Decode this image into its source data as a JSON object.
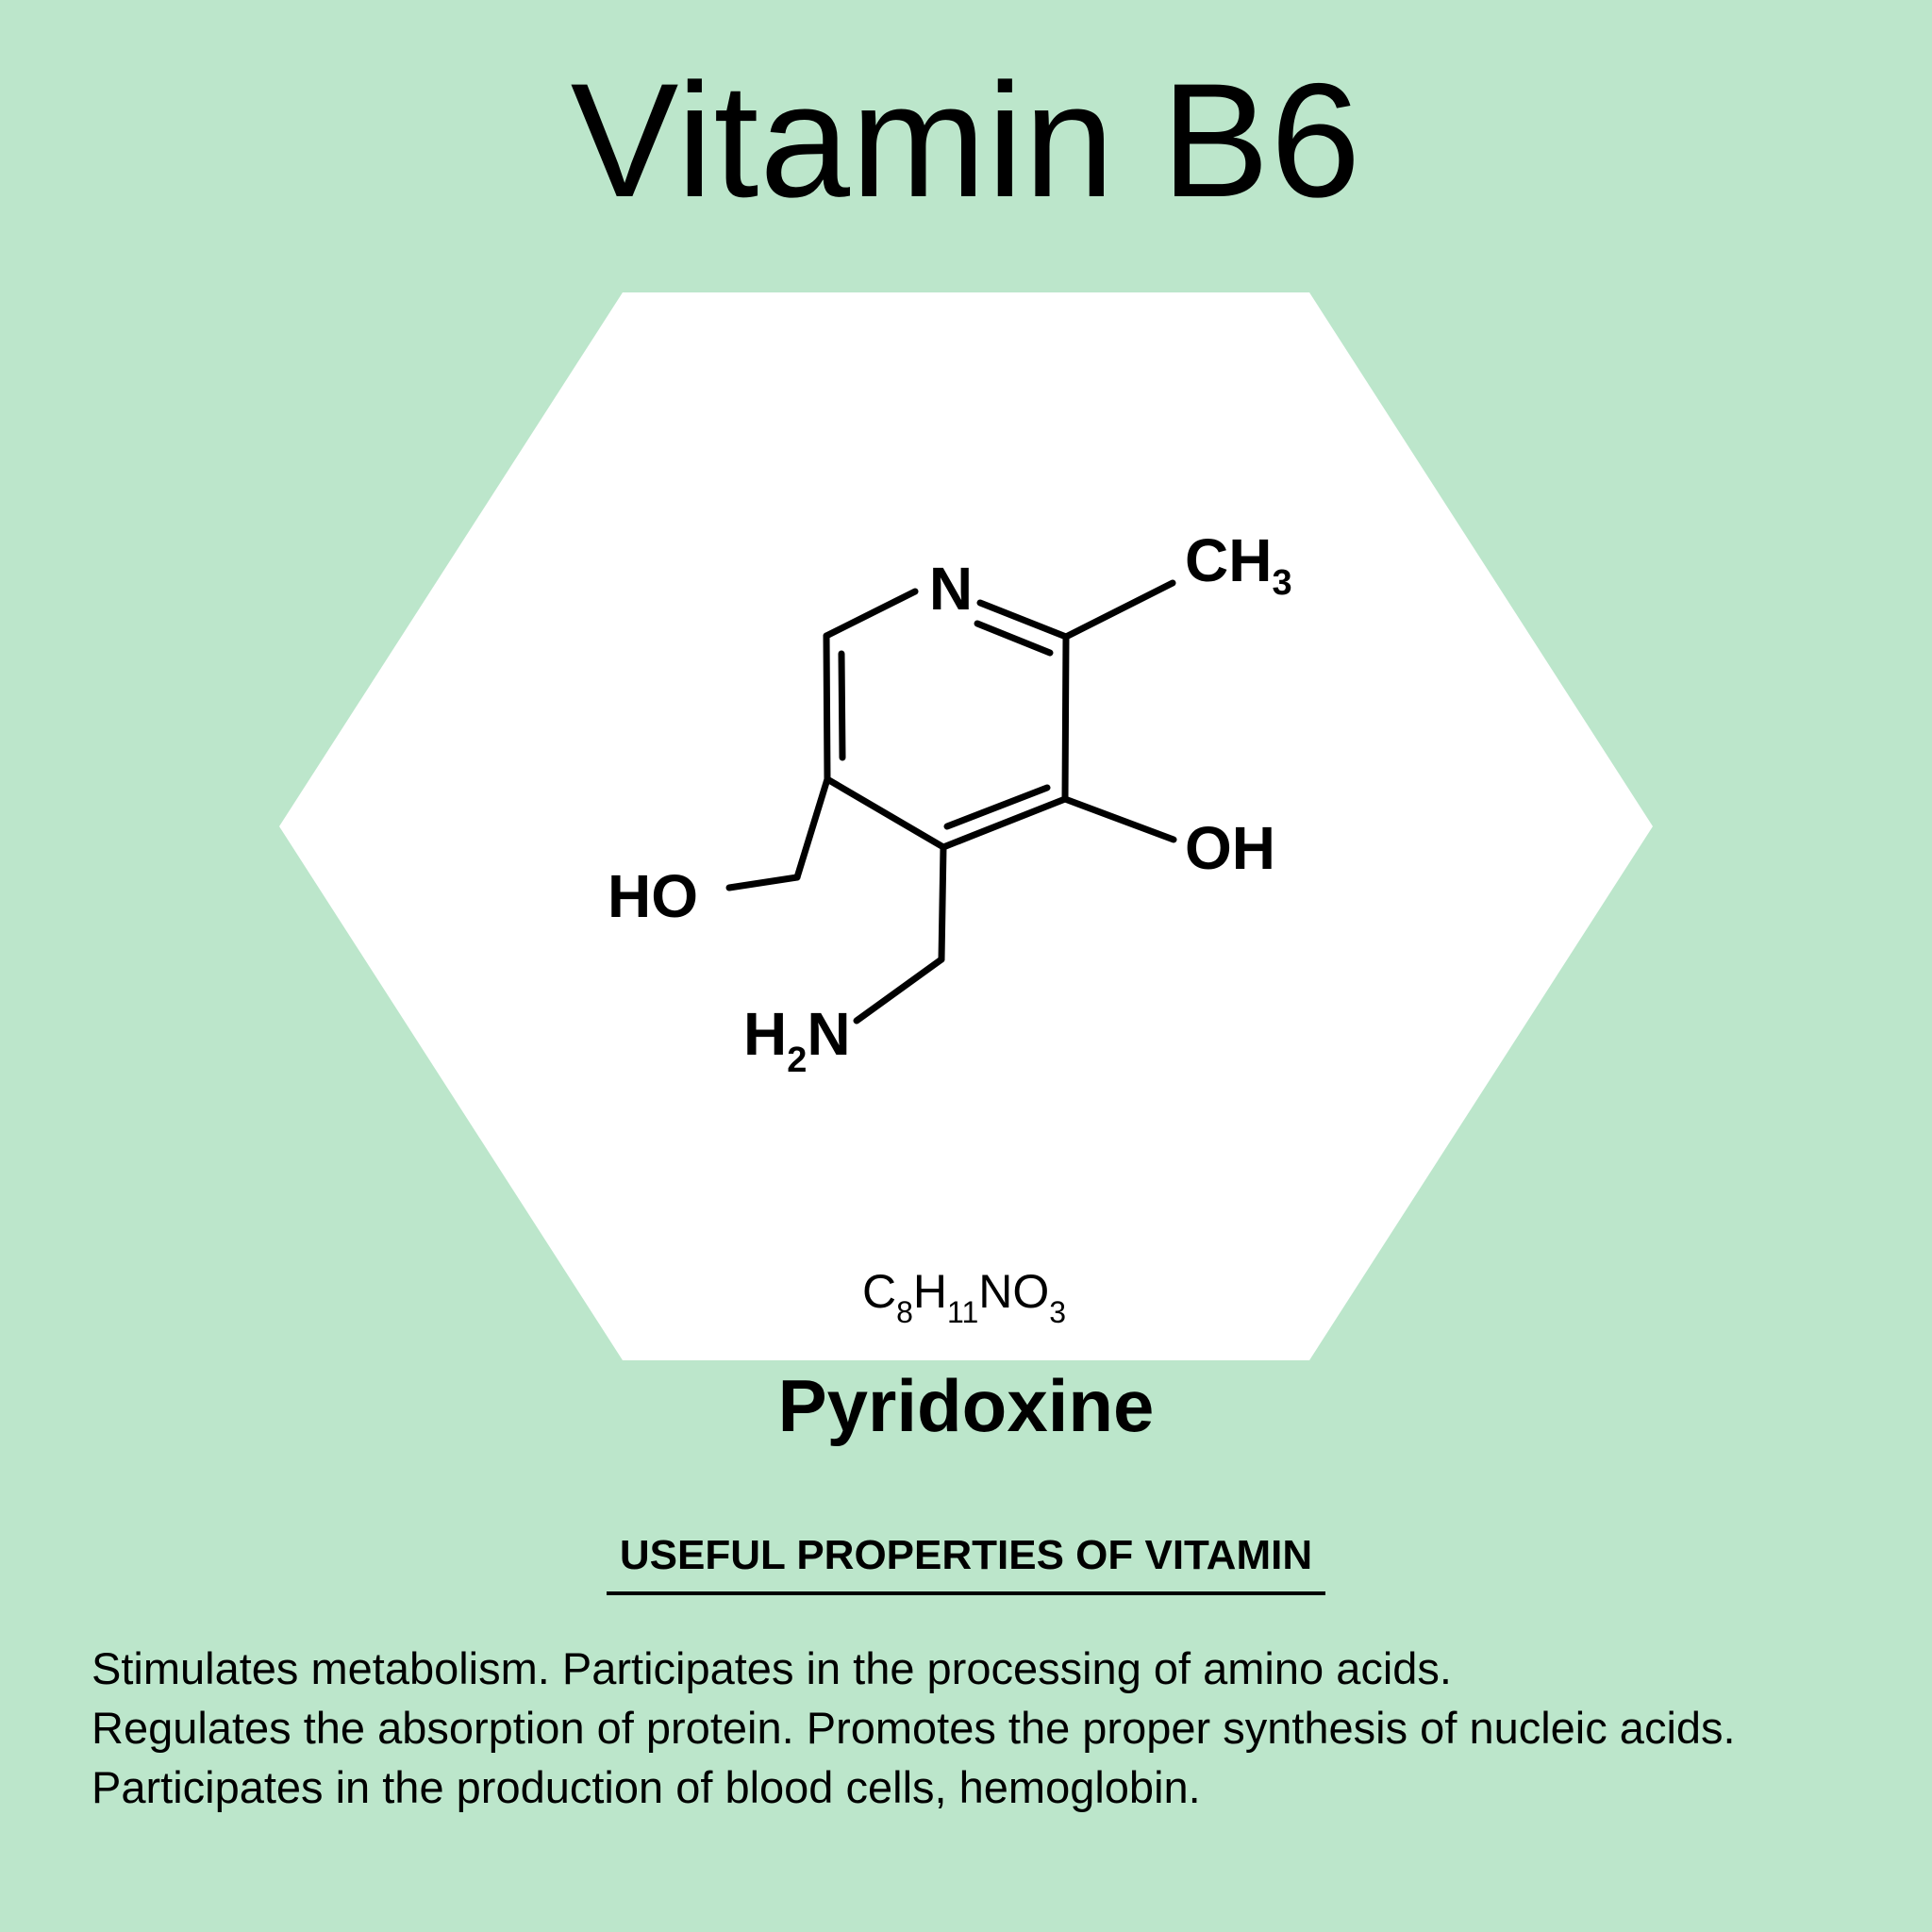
{
  "title": "Vitamin B6",
  "molecule": {
    "atoms": {
      "ring_n": "N",
      "methyl_c": "CH",
      "methyl_sub": "3",
      "hydroxyl": "OH",
      "hydroxymethyl": "HO",
      "amine_h": "H",
      "amine_sub": "2",
      "amine_n": "N"
    },
    "formula": {
      "c": "C",
      "c_sub": "8",
      "h": "H",
      "h_sub": "11",
      "no": "NO",
      "o_sub": "3"
    }
  },
  "compound_name": "Pyridoxine",
  "properties": {
    "heading": "USEFUL PROPERTIES OF VITAMIN",
    "lines": [
      "Stimulates metabolism. Participates in the processing of amino acids.",
      "Regulates the absorption of protein. Promotes the proper synthesis of nucleic acids.",
      "Participates in the production of blood cells, hemoglobin."
    ]
  },
  "colors": {
    "background": "#bce6cb",
    "hexagon": "#ffffff",
    "ink": "#000000"
  }
}
